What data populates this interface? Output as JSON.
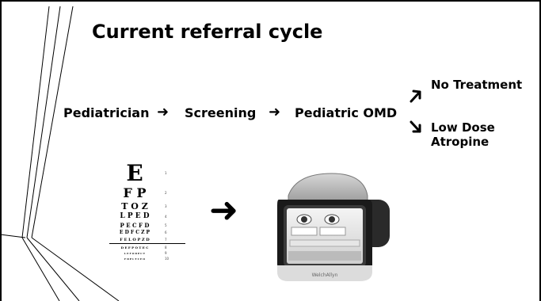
{
  "slide": {
    "title": "Current referral cycle",
    "flow": {
      "steps": [
        "Pediatrician",
        "Screening",
        "Pediatric OMD"
      ],
      "outcomes": [
        "No Treatment",
        "Low Dose\nAtropine"
      ]
    },
    "eye_chart": {
      "rows": [
        {
          "letters": "E",
          "num": "1"
        },
        {
          "letters": "F P",
          "num": "2"
        },
        {
          "letters": "T O Z",
          "num": "3"
        },
        {
          "letters": "L P E D",
          "num": "4"
        },
        {
          "letters": "P E C F D",
          "num": "5"
        },
        {
          "letters": "E D F C Z P",
          "num": "6"
        },
        {
          "letters": "F E L O P Z D",
          "num": "7"
        },
        {
          "letters": "D E F P O T E C",
          "num": "8"
        },
        {
          "letters": "L E F O D P C T",
          "num": "9"
        },
        {
          "letters": "F D P L T C E O",
          "num": "10"
        }
      ]
    },
    "device_brand": "WelchAllyn"
  }
}
